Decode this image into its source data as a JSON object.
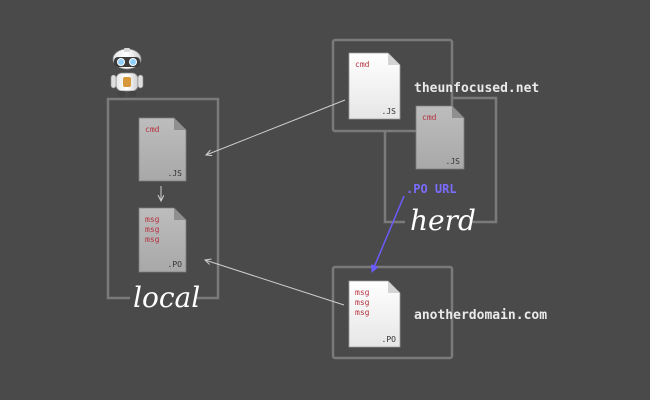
{
  "diagram": {
    "colors": {
      "background": "#4a4a4a",
      "frame": "#7a7a7a",
      "arrow": "#cfcfcf",
      "po_arrow": "#6b5cff",
      "po_url_text": "#7a6cff",
      "file_light": "#ffffff",
      "file_gray": "#b8b8b8",
      "file_code": "#b5313f",
      "domain_text": "#eaeaea",
      "group_label": "#ffffff"
    },
    "groups": {
      "local": {
        "label": "local"
      },
      "herd": {
        "label": "herd"
      }
    },
    "domains": {
      "unfocused": {
        "label": "theunfocused.net"
      },
      "another": {
        "label": "anotherdomain.com"
      }
    },
    "po_url_label": ".PO URL",
    "files": {
      "top_js": {
        "lines": [
          "cmd"
        ],
        "ext": ".JS"
      },
      "herd_js": {
        "lines": [
          "cmd"
        ],
        "ext": ".JS"
      },
      "local_js": {
        "lines": [
          "cmd"
        ],
        "ext": ".JS"
      },
      "local_po": {
        "lines": [
          "msg",
          "msg",
          "msg"
        ],
        "ext": ".PO"
      },
      "bottom_po": {
        "lines": [
          "msg",
          "msg",
          "msg"
        ],
        "ext": ".PO"
      }
    },
    "icons": {
      "robot": "robot-icon"
    }
  }
}
